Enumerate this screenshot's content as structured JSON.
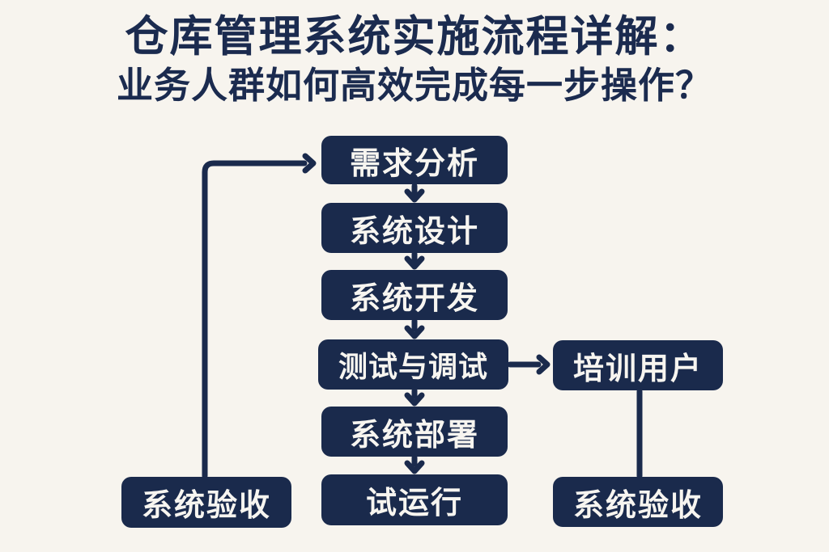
{
  "colors": {
    "background": "#f7f4ee",
    "node_fill": "#1a2a4c",
    "node_text": "#f7f5f0",
    "connector": "#1a2a4c",
    "title_text": "#1b2b4f"
  },
  "title": {
    "line1": "仓库管理系统实施流程详解：",
    "line2": "业务人群如何高效完成每一步操作？"
  },
  "flow": {
    "main_sequence": [
      {
        "label": "需求分析"
      },
      {
        "label": "系统设计"
      },
      {
        "label": "系统开发"
      },
      {
        "label": "测试与调试"
      },
      {
        "label": "系统部署"
      },
      {
        "label": "试运行"
      }
    ],
    "left_node": {
      "label": "系统验收"
    },
    "right_nodes": [
      {
        "label": "培训用户"
      },
      {
        "label": "系统验收"
      }
    ],
    "edges": [
      {
        "from": "需求分析",
        "to": "系统设计",
        "style": "arrow-down"
      },
      {
        "from": "系统设计",
        "to": "系统开发",
        "style": "arrow-down"
      },
      {
        "from": "系统开发",
        "to": "测试与调试",
        "style": "arrow-down"
      },
      {
        "from": "测试与调试",
        "to": "系统部署",
        "style": "arrow-down"
      },
      {
        "from": "系统部署",
        "to": "试运行",
        "style": "arrow-down"
      },
      {
        "from": "测试与调试",
        "to": "培训用户",
        "style": "arrow-right"
      },
      {
        "from": "培训用户",
        "to": "系统验收",
        "style": "plain-line-down"
      },
      {
        "from": "系统验收",
        "to": "需求分析",
        "style": "arrow-up-then-right"
      }
    ]
  }
}
